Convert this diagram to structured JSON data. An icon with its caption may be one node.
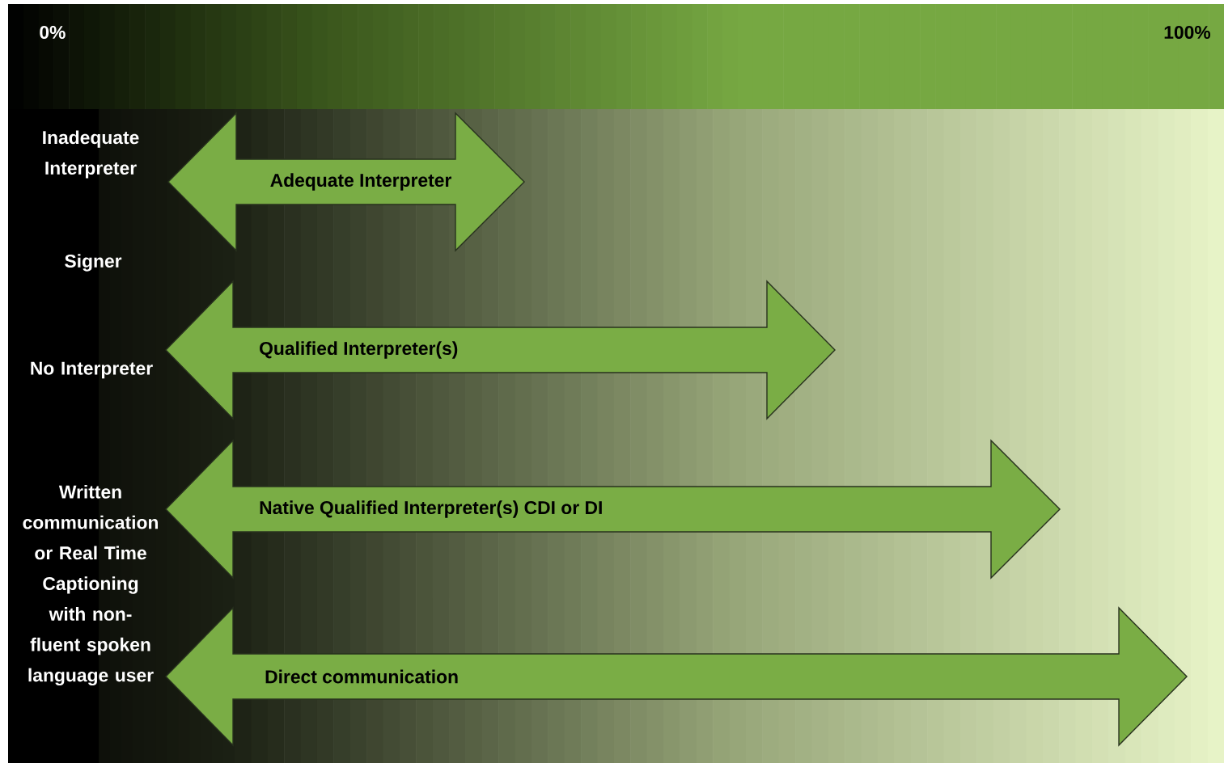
{
  "diagram": {
    "nodes": [
      {
        "text": [
          "Adequate Interpreter"
        ]
      },
      {
        "text": [
          "Qualified Interpreter(s)"
        ]
      },
      {
        "text": [
          "Native Qualified Interpreter(s) CDI or DI"
        ]
      },
      {
        "text": [
          "Direct communication"
        ]
      }
    ],
    "labels": [
      "0%",
      "100%",
      "Inadequate Interpreter",
      "Signer",
      "No Interpreter",
      "Written communication or Real Time Captioning with non-fluent spoken language user"
    ]
  }
}
